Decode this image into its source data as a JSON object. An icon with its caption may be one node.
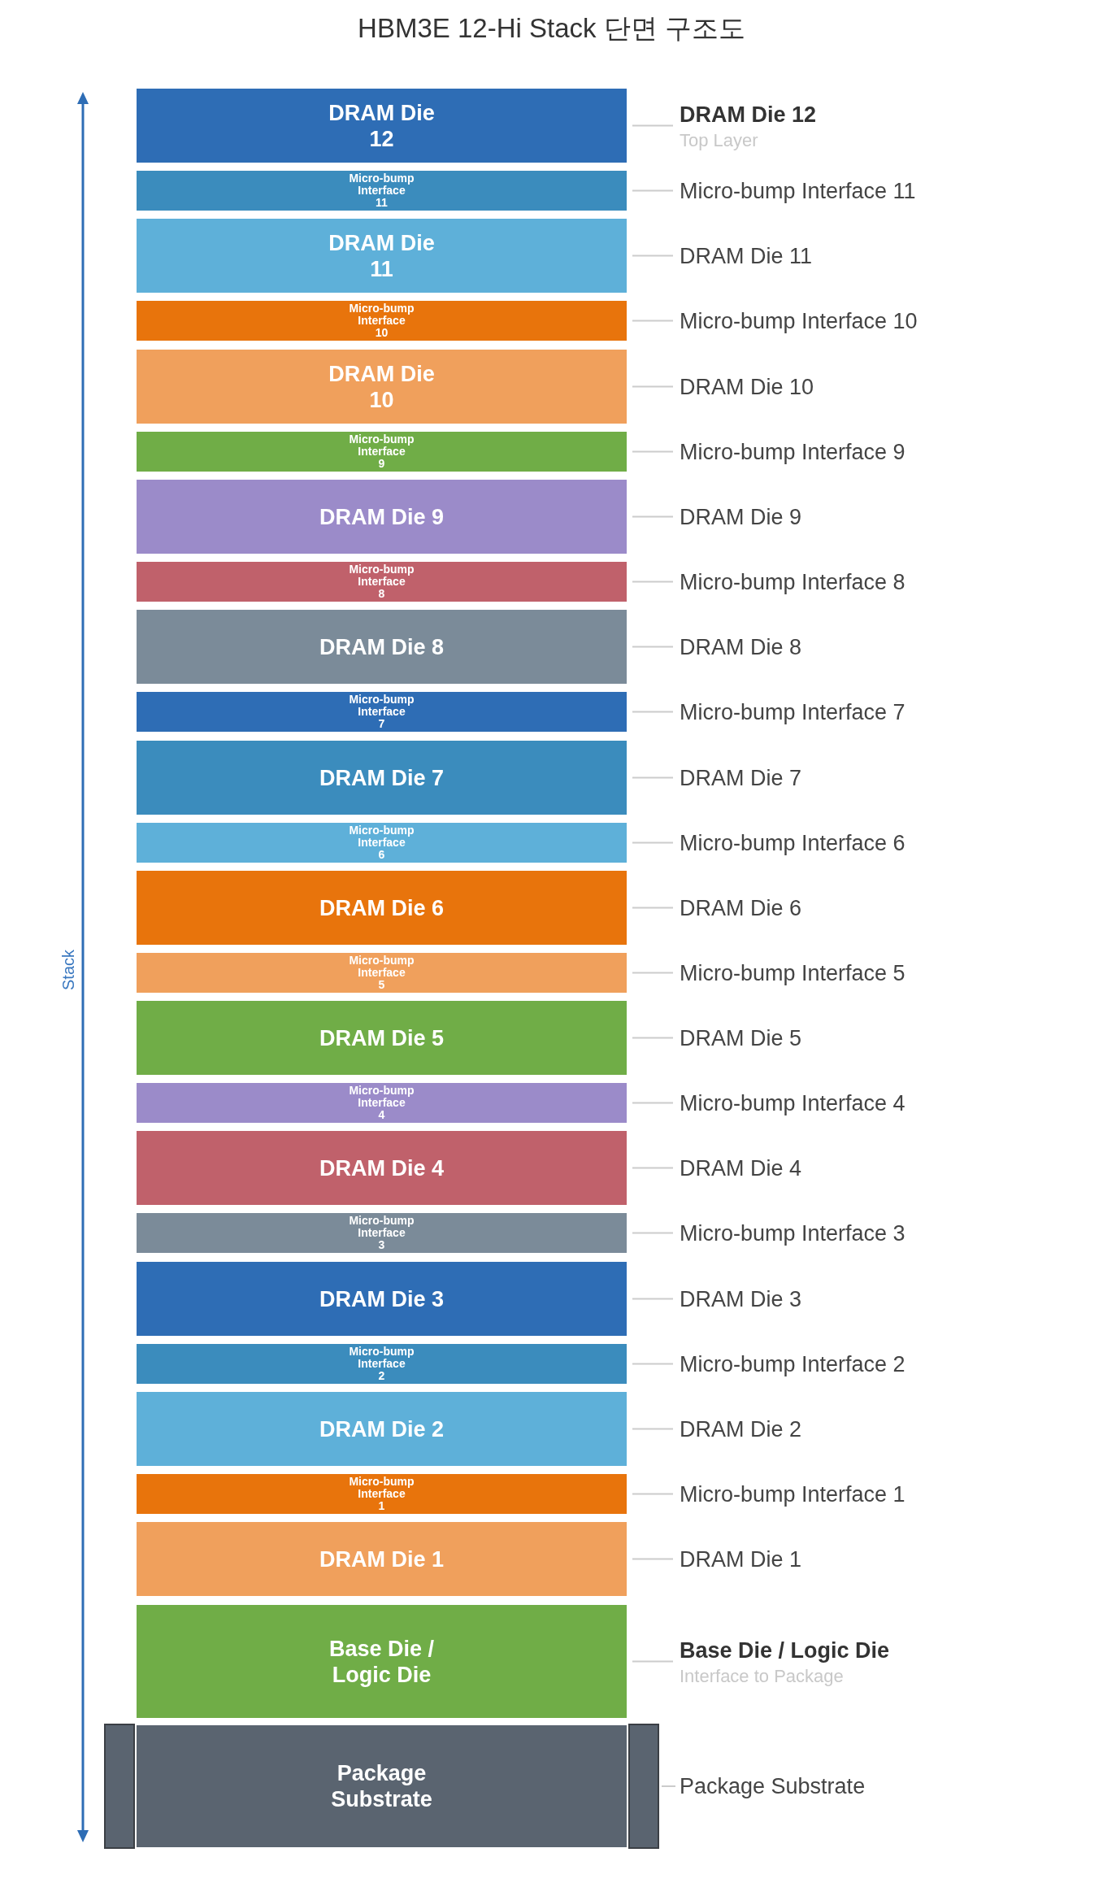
{
  "diagram": {
    "title": "HBM3E 12-Hi Stack 단면 구조도",
    "nodes": [
      {
        "text": [
          "DRAM Die 12"
        ]
      },
      {
        "text": [
          "DRAM Die 12",
          "Top Layer"
        ]
      },
      {
        "text": [
          "Micro-bump Interface 11"
        ]
      },
      {
        "text": [
          "Micro-bump Interface 11"
        ]
      },
      {
        "text": [
          "DRAM Die 11"
        ]
      },
      {
        "text": [
          "DRAM Die 11"
        ]
      },
      {
        "text": [
          "Micro-bump Interface 10"
        ]
      },
      {
        "text": [
          "Micro-bump Interface 10"
        ]
      },
      {
        "text": [
          "DRAM Die 10"
        ]
      },
      {
        "text": [
          "DRAM Die 10"
        ]
      },
      {
        "text": [
          "Micro-bump Interface 9"
        ]
      },
      {
        "text": [
          "Micro-bump Interface 9"
        ]
      },
      {
        "text": [
          "DRAM Die 9"
        ]
      },
      {
        "text": [
          "DRAM Die 9"
        ]
      },
      {
        "text": [
          "Micro-bump Interface 8"
        ]
      },
      {
        "text": [
          "Micro-bump Interface 8"
        ]
      },
      {
        "text": [
          "DRAM Die 8"
        ]
      },
      {
        "text": [
          "DRAM Die 8"
        ]
      },
      {
        "text": [
          "Micro-bump Interface 7"
        ]
      },
      {
        "text": [
          "Micro-bump Interface 7"
        ]
      },
      {
        "text": [
          "DRAM Die 7"
        ]
      },
      {
        "text": [
          "DRAM Die 7"
        ]
      },
      {
        "text": [
          "Micro-bump Interface 6"
        ]
      },
      {
        "text": [
          "Micro-bump Interface 6"
        ]
      },
      {
        "text": [
          "DRAM Die 6"
        ]
      },
      {
        "text": [
          "DRAM Die 6"
        ]
      },
      {
        "text": [
          "Micro-bump Interface 5"
        ]
      },
      {
        "text": [
          "Micro-bump Interface 5"
        ]
      },
      {
        "text": [
          "DRAM Die 5"
        ]
      },
      {
        "text": [
          "DRAM Die 5"
        ]
      },
      {
        "text": [
          "Micro-bump Interface 4"
        ]
      },
      {
        "text": [
          "Micro-bump Interface 4"
        ]
      },
      {
        "text": [
          "DRAM Die 4"
        ]
      },
      {
        "text": [
          "DRAM Die 4"
        ]
      },
      {
        "text": [
          "Micro-bump Interface 3"
        ]
      },
      {
        "text": [
          "Micro-bump Interface 3"
        ]
      },
      {
        "text": [
          "DRAM Die 3"
        ]
      },
      {
        "text": [
          "DRAM Die 3"
        ]
      },
      {
        "text": [
          "Micro-bump Interface 2"
        ]
      },
      {
        "text": [
          "Micro-bump Interface 2"
        ]
      },
      {
        "text": [
          "DRAM Die 2"
        ]
      },
      {
        "text": [
          "DRAM Die 2"
        ]
      },
      {
        "text": [
          "Micro-bump Interface 1"
        ]
      },
      {
        "text": [
          "Micro-bump Interface 1"
        ]
      },
      {
        "text": [
          "DRAM Die 1"
        ]
      },
      {
        "text": [
          "DRAM Die 1"
        ]
      },
      {
        "text": [
          "Base Die / Logic Die"
        ]
      },
      {
        "text": [
          "Base Die / Logic Die",
          "Interface to Package"
        ]
      },
      {
        "text": [
          "Package Substrate"
        ]
      },
      {
        "text": [
          "Package Substrate"
        ]
      }
    ],
    "edges": [
      {
        "from": 1,
        "to": 0,
        "arrow": "none"
      },
      {
        "from": 3,
        "to": 2,
        "arrow": "none"
      },
      {
        "from": 5,
        "to": 4,
        "arrow": "none"
      },
      {
        "from": 7,
        "to": 6,
        "arrow": "none"
      },
      {
        "from": 9,
        "to": 8,
        "arrow": "none"
      },
      {
        "from": 11,
        "to": 10,
        "arrow": "none"
      },
      {
        "from": 13,
        "to": 12,
        "arrow": "none"
      },
      {
        "from": 15,
        "to": 14,
        "arrow": "none"
      },
      {
        "from": 17,
        "to": 16,
        "arrow": "none"
      },
      {
        "from": 19,
        "to": 18,
        "arrow": "none"
      },
      {
        "from": 21,
        "to": 20,
        "arrow": "none"
      },
      {
        "from": 23,
        "to": 22,
        "arrow": "none"
      },
      {
        "from": 25,
        "to": 24,
        "arrow": "none"
      },
      {
        "from": 27,
        "to": 26,
        "arrow": "none"
      },
      {
        "from": 29,
        "to": 28,
        "arrow": "none"
      },
      {
        "from": 31,
        "to": 30,
        "arrow": "none"
      },
      {
        "from": 33,
        "to": 32,
        "arrow": "none"
      },
      {
        "from": 35,
        "to": 34,
        "arrow": "none"
      },
      {
        "from": 37,
        "to": 36,
        "arrow": "none"
      },
      {
        "from": 39,
        "to": 38,
        "arrow": "none"
      },
      {
        "from": 41,
        "to": 40,
        "arrow": "none"
      },
      {
        "from": 43,
        "to": 42,
        "arrow": "none"
      },
      {
        "from": 45,
        "to": 44,
        "arrow": "none"
      },
      {
        "from": 47,
        "to": 46,
        "arrow": "none"
      },
      {
        "from": 49,
        "to": 48,
        "arrow": "none"
      }
    ],
    "labels": [
      "Stack"
    ]
  }
}
